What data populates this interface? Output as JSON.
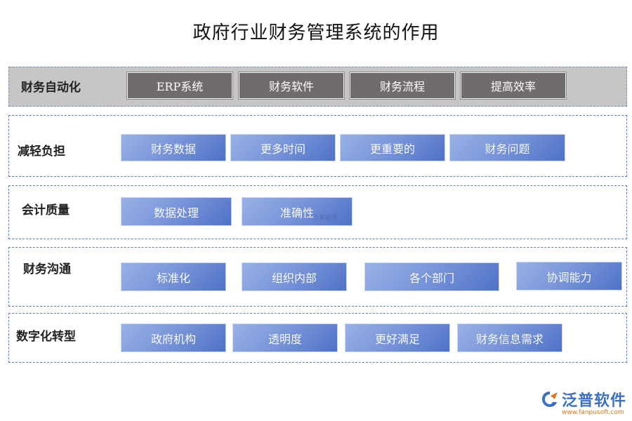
{
  "title": "政府行业财务管理系统的作用",
  "rows": [
    {
      "label": "财务自动化",
      "items": [
        "ERP系统",
        "财务软件",
        "财务流程",
        "提高效率"
      ]
    },
    {
      "label": "减轻负担",
      "items": [
        "财务数据",
        "更多时间",
        "更重要的",
        "财务问题"
      ]
    },
    {
      "label": "会计质量",
      "items": [
        "数据处理",
        "准确性"
      ]
    },
    {
      "label": "财务沟通",
      "items": [
        "标准化",
        "组织内部",
        "各个部门",
        "协调能力"
      ]
    },
    {
      "label": "数字化转型",
      "items": [
        "政府机构",
        "透明度",
        "更好满足",
        "财务信息需求"
      ]
    }
  ],
  "watermark": "泛普软件",
  "logo": {
    "name": "泛普软件",
    "url": "www.fanpusoft.com",
    "icon": "fanpu-logo-icon"
  },
  "colors": {
    "dark_box": "#6f6c6b",
    "blue_box": "#4f72c6",
    "border": "#5b7fbf",
    "brand": "#3d6fc0"
  }
}
